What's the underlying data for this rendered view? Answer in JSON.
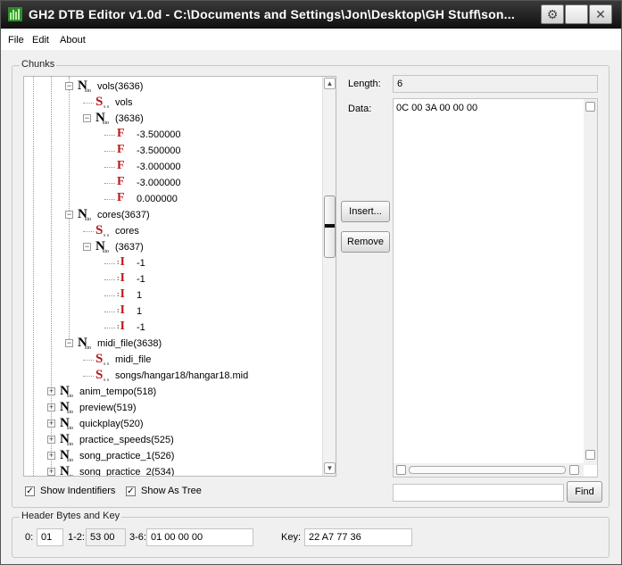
{
  "window": {
    "title": "GH2 DTB Editor v1.0d - C:\\Documents and Settings\\Jon\\Desktop\\GH Stuff\\son..."
  },
  "menu": {
    "file": "File",
    "edit": "Edit",
    "about": "About"
  },
  "chunks": {
    "group_title": "Chunks",
    "tree": [
      {
        "type": "N",
        "label": "vols(3636)",
        "depth": 2,
        "expanded": true
      },
      {
        "type": "S",
        "label": "vols",
        "depth": 3
      },
      {
        "type": "N",
        "label": "(3636)",
        "depth": 3,
        "expanded": true
      },
      {
        "type": "F",
        "label": "-3.500000",
        "depth": 4
      },
      {
        "type": "F",
        "label": "-3.500000",
        "depth": 4
      },
      {
        "type": "F",
        "label": "-3.000000",
        "depth": 4
      },
      {
        "type": "F",
        "label": "-3.000000",
        "depth": 4
      },
      {
        "type": "F",
        "label": "0.000000",
        "depth": 4
      },
      {
        "type": "N",
        "label": "cores(3637)",
        "depth": 2,
        "expanded": true
      },
      {
        "type": "S",
        "label": "cores",
        "depth": 3
      },
      {
        "type": "N",
        "label": "(3637)",
        "depth": 3,
        "expanded": true
      },
      {
        "type": "I",
        "label": "-1",
        "depth": 4
      },
      {
        "type": "I",
        "label": "-1",
        "depth": 4
      },
      {
        "type": "I",
        "label": "1",
        "depth": 4
      },
      {
        "type": "I",
        "label": "1",
        "depth": 4
      },
      {
        "type": "I",
        "label": "-1",
        "depth": 4
      },
      {
        "type": "N",
        "label": "midi_file(3638)",
        "depth": 2,
        "expanded": true
      },
      {
        "type": "S",
        "label": "midi_file",
        "depth": 3
      },
      {
        "type": "S",
        "label": "songs/hangar18/hangar18.mid",
        "depth": 3
      },
      {
        "type": "N",
        "label": "anim_tempo(518)",
        "depth": 1,
        "expanded": false
      },
      {
        "type": "N",
        "label": "preview(519)",
        "depth": 1,
        "expanded": false
      },
      {
        "type": "N",
        "label": "quickplay(520)",
        "depth": 1,
        "expanded": false
      },
      {
        "type": "N",
        "label": "practice_speeds(525)",
        "depth": 1,
        "expanded": false
      },
      {
        "type": "N",
        "label": "song_practice_1(526)",
        "depth": 1,
        "expanded": false
      },
      {
        "type": "N",
        "label": "song_practice_2(534)",
        "depth": 1,
        "expanded": false
      }
    ],
    "show_identifiers": {
      "label": "Show Indentifiers",
      "checked": true
    },
    "show_as_tree": {
      "label": "Show As Tree",
      "checked": true
    }
  },
  "details": {
    "length_label": "Length:",
    "length_value": "6",
    "data_label": "Data:",
    "data_value": "0C 00 3A 00 00 00",
    "insert_label": "Insert...",
    "remove_label": "Remove",
    "find_value": "",
    "find_label": "Find"
  },
  "header": {
    "group_title": "Header Bytes and Key",
    "b0_label": "0:",
    "b0_value": "01",
    "b12_label": "1-2:",
    "b12_value": "53 00",
    "b36_label": "3-6:",
    "b36_value": "01 00 00 00",
    "key_label": "Key:",
    "key_value": "22 A7 77 36"
  },
  "icons": {
    "app": "app-icon",
    "help": "gear-icon",
    "maximize": "maximize-icon",
    "close": "close-icon"
  }
}
